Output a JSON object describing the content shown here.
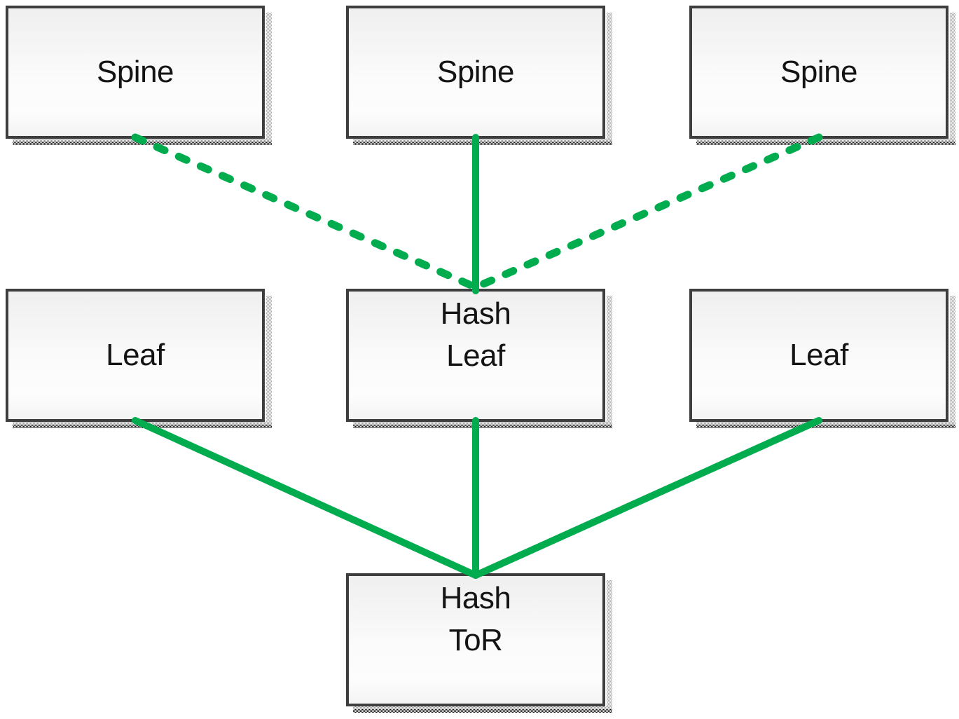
{
  "diagram": {
    "type": "network-topology",
    "colors": {
      "connector_green": "#00AC4E",
      "box_border": "#3E3E3E",
      "box_fill_top": "#EFEFEF",
      "box_fill_bottom": "#FDFDFD",
      "text": "#141414",
      "background": "#FFFFFF"
    },
    "nodes": [
      {
        "id": "spine1",
        "line1": "Spine"
      },
      {
        "id": "spine2",
        "line1": "Spine"
      },
      {
        "id": "spine3",
        "line1": "Spine"
      },
      {
        "id": "leaf1",
        "line1": "Leaf"
      },
      {
        "id": "hashleaf",
        "line1": "Hash",
        "line2": "Leaf"
      },
      {
        "id": "leaf2",
        "line1": "Leaf"
      },
      {
        "id": "hashtor",
        "line1": "Hash",
        "line2": "ToR"
      }
    ],
    "edges": [
      {
        "from": "spine1",
        "to": "hashleaf",
        "style": "dashed"
      },
      {
        "from": "spine2",
        "to": "hashleaf",
        "style": "solid"
      },
      {
        "from": "spine3",
        "to": "hashleaf",
        "style": "dashed"
      },
      {
        "from": "leaf1",
        "to": "hashtor",
        "style": "solid"
      },
      {
        "from": "hashleaf",
        "to": "hashtor",
        "style": "solid"
      },
      {
        "from": "leaf2",
        "to": "hashtor",
        "style": "solid"
      }
    ]
  }
}
